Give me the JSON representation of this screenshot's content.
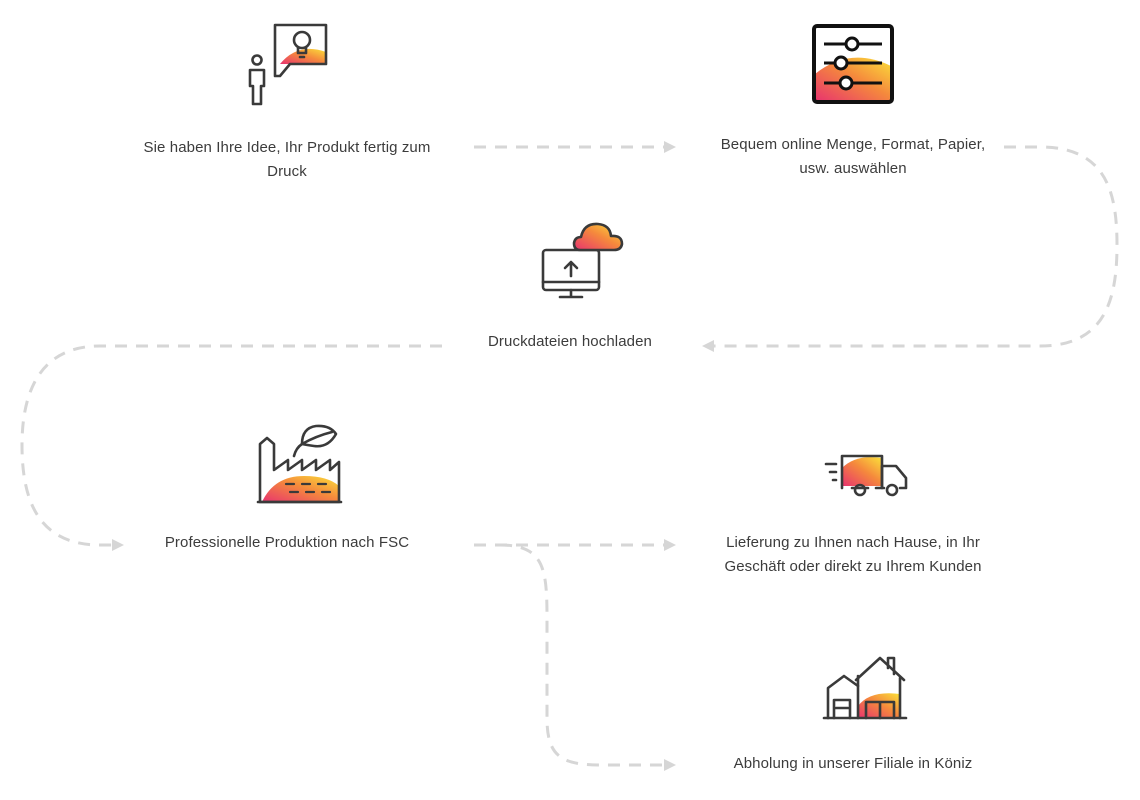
{
  "steps": [
    {
      "id": "idea",
      "label": "Sie haben Ihre Idee, Ihr Produkt fertig zum Druck",
      "icon": "person-lightbulb-icon"
    },
    {
      "id": "configure",
      "label": "Bequem online Menge, Format, Papier, usw. auswählen",
      "icon": "settings-sliders-icon"
    },
    {
      "id": "upload",
      "label": "Druckdateien hochladen",
      "icon": "cloud-upload-monitor-icon"
    },
    {
      "id": "production",
      "label": "Professionelle Produktion nach FSC",
      "icon": "eco-factory-icon"
    },
    {
      "id": "delivery",
      "label": "Lieferung zu Ihnen nach Hause, in Ihr Geschäft oder direkt zu Ihrem Kunden",
      "icon": "delivery-truck-icon"
    },
    {
      "id": "pickup",
      "label": "Abholung in unserer Filiale in Köniz",
      "icon": "store-house-icon"
    }
  ],
  "connectors": [
    {
      "from": "idea",
      "to": "configure"
    },
    {
      "from": "configure",
      "to": "upload"
    },
    {
      "from": "upload",
      "to": "production"
    },
    {
      "from": "production",
      "to": "delivery"
    },
    {
      "from": "production",
      "to": "pickup"
    }
  ],
  "colors": {
    "line": "#d6d6d6",
    "icon_stroke": "#3a3a3a",
    "text": "#3c3c3c",
    "gradient": [
      "#e8336f",
      "#f58a3c",
      "#fbe23a"
    ]
  }
}
